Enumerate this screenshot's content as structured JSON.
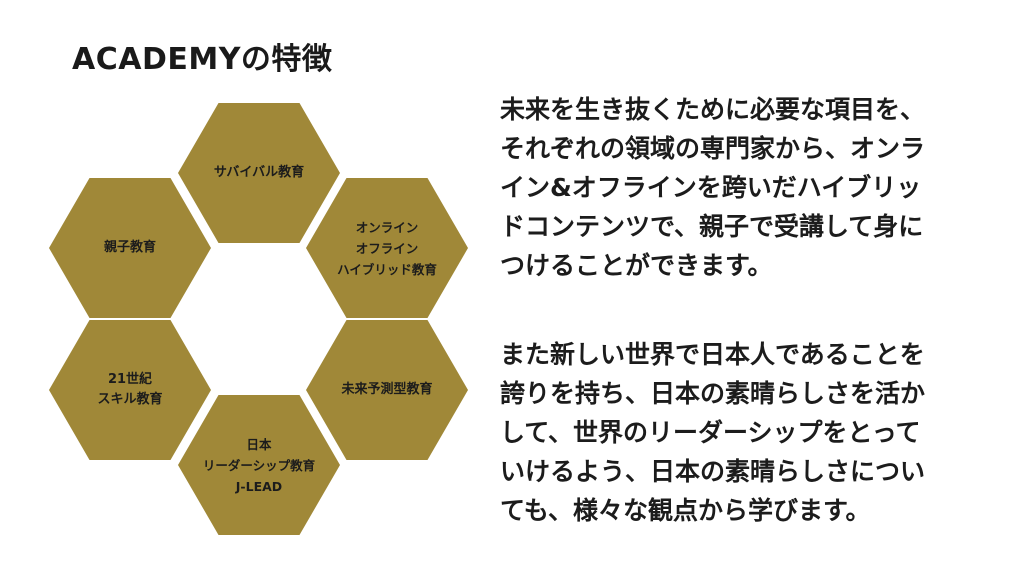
{
  "slide": {
    "title": "ACADEMYの特徴",
    "accent_color": "#a08838"
  },
  "hexagons": [
    {
      "id": "survival",
      "label": "サバイバル教育"
    },
    {
      "id": "parent-child",
      "label": "親子教育"
    },
    {
      "id": "online-offline",
      "label": "オンライン\nオフライン\nハイブリッド教育"
    },
    {
      "id": "21st-century",
      "label": "21世紀\nスキル教育"
    },
    {
      "id": "future-prediction",
      "label": "未来予測型教育"
    },
    {
      "id": "j-lead",
      "label": "日本\nリーダーシップ教育\nJ-LEAD"
    }
  ],
  "body": {
    "paragraph_1": "未来を生き抜くために必要な項目を、\nそれぞれの領域の専門家から、オンラ\nイン&オフラインを跨いだハイブリッ\nドコンテンツで、親子で受講して身に\nつけることができます。",
    "paragraph_2": "また新しい世界で日本人であることを\n誇りを持ち、日本の素晴らしさを活か\nして、世界のリーダーシップをとって\nいけるよう、日本の素晴らしさについ\nても、様々な観点から学びます。"
  }
}
